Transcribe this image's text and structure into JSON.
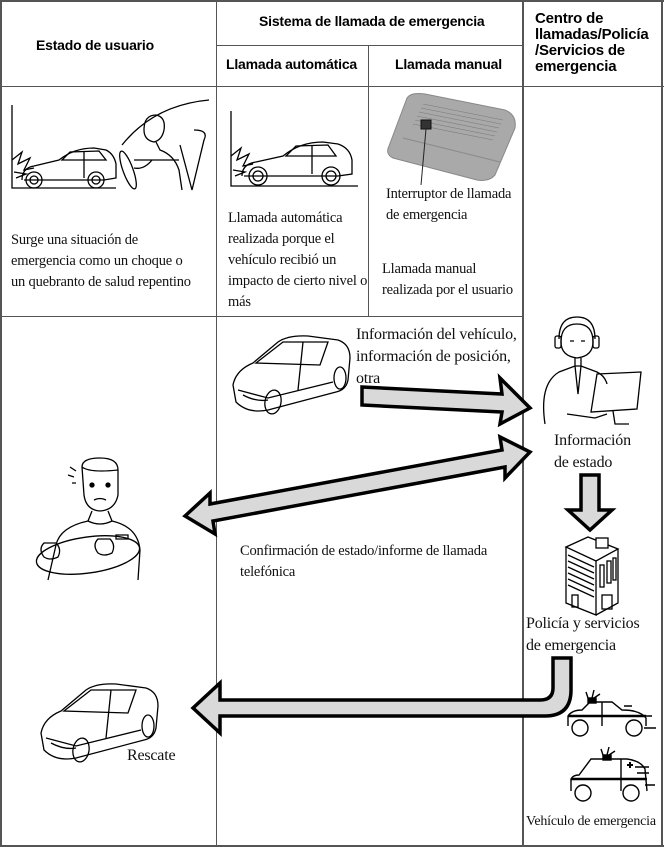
{
  "headers": {
    "user_state": "Estado de usuario",
    "system": "Sistema de llamada de emergencia",
    "auto_call": "Llamada automática",
    "manual_call": "Llamada manual",
    "center_line1": "Centro de",
    "center_line2": "llamadas/Policía",
    "center_line3": "/Servicios de",
    "center_line4": "emergencia"
  },
  "row1": {
    "user_text": [
      "Surge una situación de",
      "emergencia como un choque o",
      "un quebranto de salud repentino"
    ],
    "auto_text": [
      "Llamada automática",
      "realizada porque el",
      "vehículo recibió un",
      "impacto de cierto nivel o",
      "más"
    ],
    "switch_label": [
      "Interruptor de llamada",
      "de emergencia"
    ],
    "manual_text": [
      "Llamada manual",
      "realizada por el usuario"
    ]
  },
  "flow": {
    "vehicle_info": [
      "Información del vehículo,",
      "información de posición,",
      "otra"
    ],
    "status_info": [
      "Información",
      "de estado"
    ],
    "confirmation": [
      "Confirmación de estado/informe de llamada",
      "telefónica"
    ],
    "police_services": [
      "Policía y servicios",
      "de emergencia"
    ],
    "rescue": "Rescate",
    "emergency_vehicle": "Vehículo de emergencia"
  },
  "icons": {
    "crash_car": "car-crash-icon",
    "driver_sick": "sick-driver-icon",
    "overhead_console": "overhead-console-icon",
    "car": "car-icon",
    "operator": "call-operator-icon",
    "worried_driver": "worried-driver-icon",
    "building": "building-icon",
    "police_car": "police-car-icon",
    "ambulance": "ambulance-icon"
  },
  "colors": {
    "arrow_fill": "#d9d9d9",
    "arrow_stroke": "#000000",
    "grid_line": "#555555",
    "console_fill": "#a9a9a9"
  }
}
